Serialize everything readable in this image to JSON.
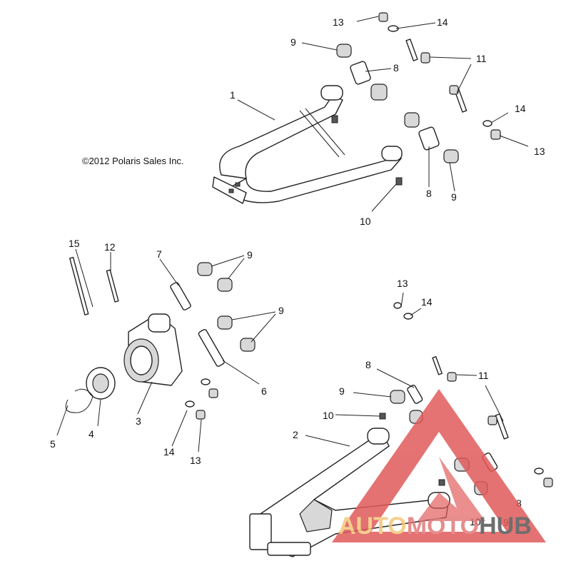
{
  "copyright": "©2012 Polaris Sales Inc.",
  "callouts": {
    "c1": "1",
    "c2": "2",
    "c3": "3",
    "c4": "4",
    "c5": "5",
    "c6": "6",
    "c7": "7",
    "c8a": "8",
    "c8b": "8",
    "c8c": "8",
    "c8d": "8",
    "c9a": "9",
    "c9b": "9",
    "c9c": "9",
    "c9d": "9",
    "c9e": "9",
    "c9f": "9",
    "c10a": "10",
    "c10b": "10",
    "c10c": "10",
    "c11a": "11",
    "c11b": "11",
    "c12": "12",
    "c13a": "13",
    "c13b": "13",
    "c13c": "13",
    "c13d": "13",
    "c14a": "14",
    "c14b": "14",
    "c14c": "14",
    "c14d": "14",
    "c15": "15"
  },
  "watermark": {
    "part1": "AUTO",
    "part2": "MOTO",
    "part3": "HUB",
    "colors": {
      "red": "#e05a5a",
      "gold": "#f3c77a",
      "gray": "#555555"
    }
  }
}
